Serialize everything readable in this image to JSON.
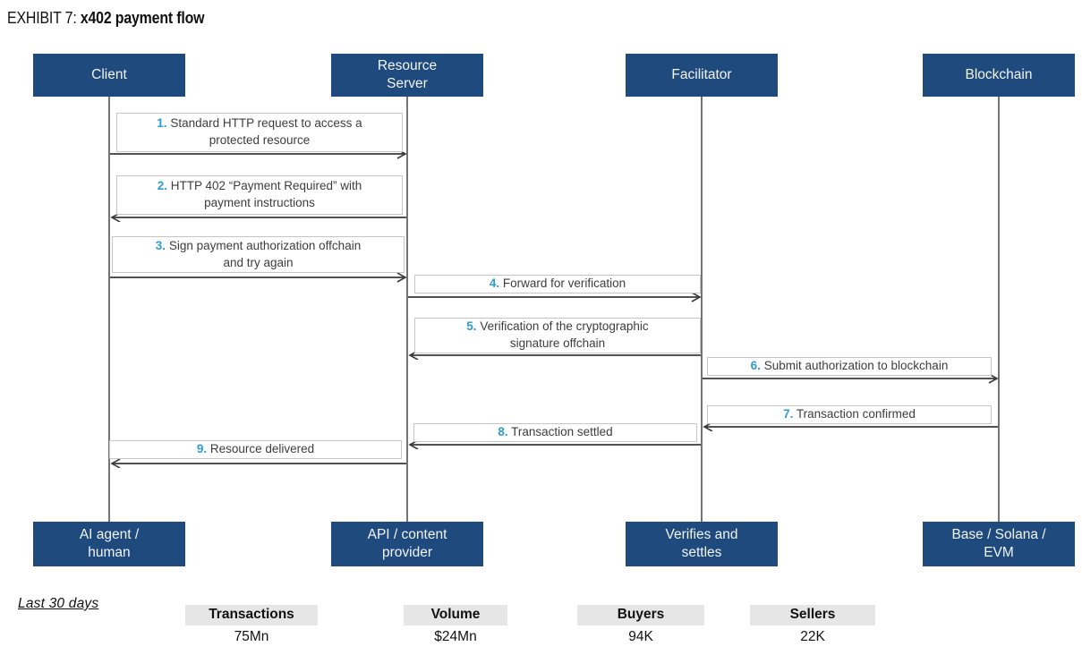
{
  "title": {
    "exhibit_label": "EXHIBIT 7:",
    "title_text": "x402 payment flow"
  },
  "actors": [
    {
      "name": "Client",
      "role": "AI agent /\nhuman"
    },
    {
      "name": "Resource\nServer",
      "role": "API / content\nprovider"
    },
    {
      "name": "Facilitator",
      "role": "Verifies and\nsettles"
    },
    {
      "name": "Blockchain",
      "role": "Base / Solana /\nEVM"
    }
  ],
  "messages": [
    {
      "num": "1.",
      "text": "Standard HTTP request to access a\nprotected resource",
      "from": "Client",
      "to": "Resource Server"
    },
    {
      "num": "2.",
      "text": "HTTP 402 “Payment Required” with\npayment instructions",
      "from": "Resource Server",
      "to": "Client"
    },
    {
      "num": "3.",
      "text": "Sign payment authorization offchain\nand try again",
      "from": "Client",
      "to": "Resource Server"
    },
    {
      "num": "4.",
      "text": "Forward for verification",
      "from": "Resource Server",
      "to": "Facilitator"
    },
    {
      "num": "5.",
      "text": "Verification of the cryptographic\nsignature offchain",
      "from": "Facilitator",
      "to": "Resource Server"
    },
    {
      "num": "6.",
      "text": "Submit authorization to blockchain",
      "from": "Facilitator",
      "to": "Blockchain"
    },
    {
      "num": "7.",
      "text": "Transaction confirmed",
      "from": "Blockchain",
      "to": "Facilitator"
    },
    {
      "num": "8.",
      "text": "Transaction settled",
      "from": "Facilitator",
      "to": "Resource Server"
    },
    {
      "num": "9.",
      "text": "Resource delivered",
      "from": "Resource Server",
      "to": "Client"
    }
  ],
  "stats": {
    "period_label": "Last 30 days",
    "items": [
      {
        "label": "Transactions",
        "value": "75Mn"
      },
      {
        "label": "Volume",
        "value": "$24Mn"
      },
      {
        "label": "Buyers",
        "value": "94K"
      },
      {
        "label": "Sellers",
        "value": "22K"
      }
    ]
  },
  "colors": {
    "actor_box": "#1f4a7d",
    "message_number": "#2f9bd4",
    "line": "#3a3a3a",
    "label_border": "#c6c6c6",
    "stat_header_bg": "#e6e6e6"
  }
}
